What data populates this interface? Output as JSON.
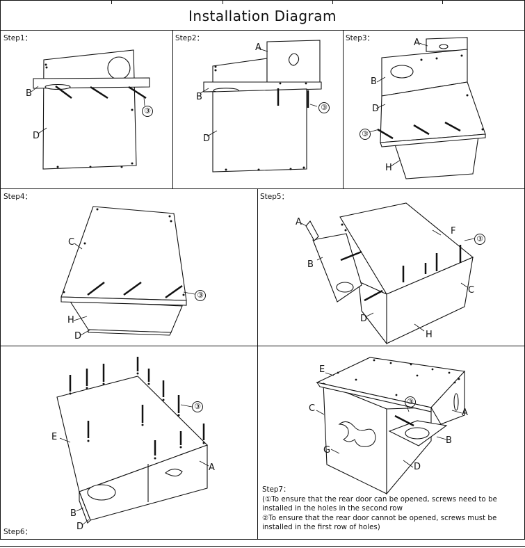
{
  "title": "Installation Diagram",
  "steps": [
    {
      "label": "Step1："
    },
    {
      "label": "Step2："
    },
    {
      "label": "Step3："
    },
    {
      "label": "Step4："
    },
    {
      "label": "Step5："
    },
    {
      "label": "Step6："
    },
    {
      "label": "Step7："
    }
  ],
  "parts": {
    "A": "A",
    "B": "B",
    "C": "C",
    "D": "D",
    "E": "E",
    "F": "F",
    "G": "G",
    "H": "H",
    "screw": "③"
  },
  "notes": {
    "line1": "(①To ensure that the rear door can be opened, screws need to be",
    "line2": " installed in the holes in the second row",
    "line3": "②To ensure that the rear door cannot be opened, screws must be",
    "line4": " installed in the first row of holes)"
  }
}
